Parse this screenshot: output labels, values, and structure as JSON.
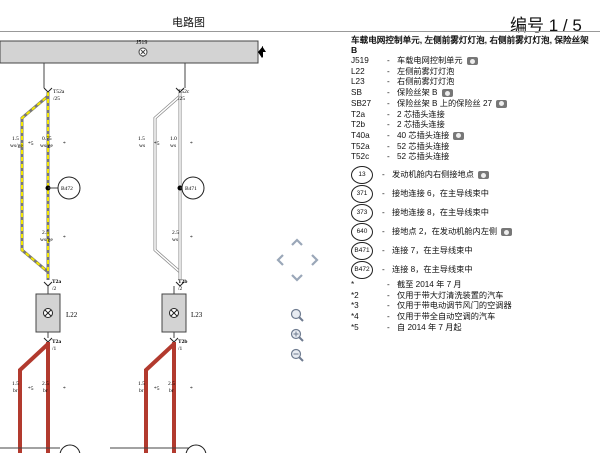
{
  "header": {
    "title": "电路图",
    "number": "编号  1 / 5"
  },
  "diagram": {
    "top_label": "J519",
    "components": [
      {
        "id": "L22",
        "label": "L22"
      },
      {
        "id": "L23",
        "label": "L23"
      }
    ],
    "connectors": {
      "t52a": "T52a",
      "t52a_pin": "/25",
      "t52c": "T52c",
      "t52c_pin": "/25",
      "t2a_top": "T2a",
      "t2a_top_pin": "/2",
      "t2b_top": "T2b",
      "t2b_top_pin": "/2",
      "t2a_bot": "T2a",
      "t2a_bot_pin": "/1",
      "t2b_bot": "T2b",
      "t2b_bot_pin": "/1"
    },
    "grounds": {
      "g1": "B472",
      "g2": "B471"
    },
    "wires": {
      "w1_size": "1.5",
      "w1_color": "ws/ge",
      "w1_note": "*5",
      "w2_size": "0.75",
      "w2_color": "ws/ge",
      "w2_note": "*",
      "w3_size": "1.5",
      "w3_color": "ws",
      "w3_note": "*5",
      "w4_size": "1.0",
      "w4_color": "ws",
      "w4_note": "*",
      "w5_size": "2.5",
      "w5_color": "ws/ge",
      "w5_note": "*",
      "w6_size": "2.5",
      "w6_color": "ws",
      "w6_note": "*",
      "w7_size": "1.5",
      "w7_color": "br",
      "w7_note": "*5",
      "w8_size": "2.5",
      "w8_color": "br",
      "w8_note": "*",
      "w9_size": "1.5",
      "w9_color": "br",
      "w9_note": "*5",
      "w10_size": "2.5",
      "w10_color": "br",
      "w10_note": "*"
    },
    "colors": {
      "yellow": "#f2e600",
      "brown_red": "#b23a2e",
      "housing": "#d3d3d3"
    }
  },
  "legend": {
    "title": "车载电网控制单元, 左侧前雾灯灯泡, 右侧前雾灯灯泡, 保险丝架 B",
    "items": [
      {
        "code": "J519",
        "desc": "车载电网控制单元",
        "cam": true
      },
      {
        "code": "L22",
        "desc": "左侧前雾灯灯泡"
      },
      {
        "code": "L23",
        "desc": "右侧前雾灯灯泡"
      },
      {
        "code": "SB",
        "desc": "保险丝架 B",
        "cam": true
      },
      {
        "code": "SB27",
        "desc": "保险丝架 B 上的保险丝 27",
        "cam": true
      },
      {
        "code": "T2a",
        "desc": "2 芯插头连接"
      },
      {
        "code": "T2b",
        "desc": "2 芯插头连接"
      },
      {
        "code": "T40a",
        "desc": "40 芯插头连接",
        "cam": true
      },
      {
        "code": "T52a",
        "desc": "52 芯插头连接"
      },
      {
        "code": "T52c",
        "desc": "52 芯插头连接"
      }
    ],
    "circles": [
      {
        "code": "13",
        "desc": "发动机舱内右侧接地点",
        "cam": true
      },
      {
        "code": "371",
        "desc": "接地连接 6，在主导线束中"
      },
      {
        "code": "373",
        "desc": "接地连接 8，在主导线束中"
      },
      {
        "code": "640",
        "desc": "接地点 2，在发动机舱内左侧",
        "cam": true
      },
      {
        "code": "B471",
        "desc": "连接 7，在主导线束中"
      },
      {
        "code": "B472",
        "desc": "连接 8，在主导线束中"
      }
    ],
    "notes": [
      {
        "code": "*",
        "desc": "截至 2014 年 7 月"
      },
      {
        "code": "*2",
        "desc": "仅用于带大灯清洗装置的汽车"
      },
      {
        "code": "*3",
        "desc": "仅用于带电动调节风门的空调器"
      },
      {
        "code": "*4",
        "desc": "仅用于带全自动空调的汽车"
      },
      {
        "code": "*5",
        "desc": "自 2014 年 7 月起"
      }
    ]
  },
  "nav_icons": [
    "arrow-up-icon",
    "arrow-left-icon",
    "arrow-right-icon",
    "arrow-down-icon",
    "zoom-fit-icon",
    "zoom-in-icon",
    "zoom-out-icon"
  ]
}
